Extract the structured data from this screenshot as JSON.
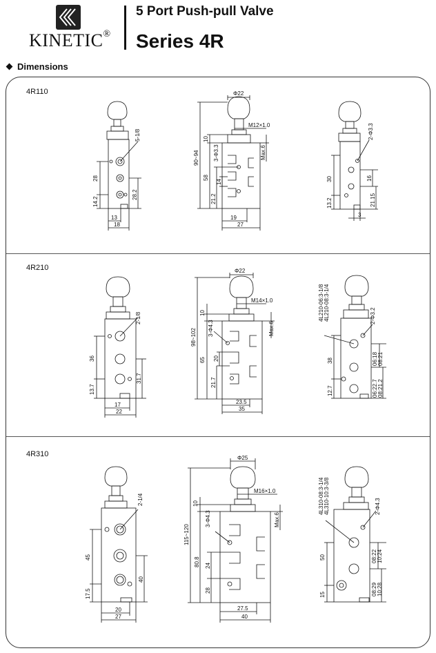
{
  "header": {
    "brand": "KINETIC",
    "registered": "®",
    "subtitle": "5 Port Push-pull Valve",
    "title": "Series 4R"
  },
  "section": {
    "title": "Dimensions"
  },
  "models": [
    {
      "name": "4R110",
      "side": {
        "top": "5-1/8",
        "a": "28",
        "b": "14.2",
        "c": "28.2",
        "w1": "13",
        "w2": "18"
      },
      "front": {
        "dia": "Φ22",
        "thread": "M12×1.0",
        "h1": "10",
        "hole": "3-Φ3.3",
        "maxl": "Max.6",
        "total": "90~94",
        "h2": "58",
        "h3": "14",
        "h4": "21.2",
        "w1": "19",
        "w2": "27"
      },
      "right": {
        "top": "2-Φ3.3",
        "a": "30",
        "b": "16",
        "c": "13.2",
        "d": "21.15",
        "w": "3"
      }
    },
    {
      "name": "4R210",
      "side": {
        "top": "2-1/8",
        "a": "36",
        "b": "13.7",
        "c": "31.7",
        "w1": "17",
        "w2": "22"
      },
      "front": {
        "dia": "Φ22",
        "thread": "M14×1.0",
        "h1": "10",
        "hole": "3-Φ4.3",
        "maxl": "Max.6",
        "total": "98~102",
        "h2": "65",
        "h3": "20",
        "h4": "21.7",
        "w1": "23.5",
        "w2": "35"
      },
      "right": {
        "note1": "4L210-06:3-1/8",
        "note2": "4L210-08:3-1/4",
        "top": "2-Φ3.2",
        "a": "38",
        "b": "12.7",
        "c1": "06:18",
        "c2": "08:21",
        "d1": "06:22.7",
        "d2": "08:21.2"
      }
    },
    {
      "name": "4R310",
      "side": {
        "top": "2-1/4",
        "a": "45",
        "b": "17.5",
        "c": "40",
        "w1": "20",
        "w2": "27"
      },
      "front": {
        "dia": "Φ25",
        "thread": "M16×1.0",
        "h1": "10",
        "hole": "3-Φ4.3",
        "maxl": "Max.6",
        "total": "115~120",
        "h2": "80.8",
        "h3": "24",
        "h4": "28",
        "w1": "27.5",
        "w2": "40"
      },
      "right": {
        "note1": "4L310-08:3-1/4",
        "note2": "4L310-10:3-3/8",
        "top": "2-Φ4.3",
        "a": "50",
        "b": "15",
        "c1": "08:22",
        "c2": "10:24",
        "d1": "08:29",
        "d2": "10:28"
      }
    }
  ]
}
